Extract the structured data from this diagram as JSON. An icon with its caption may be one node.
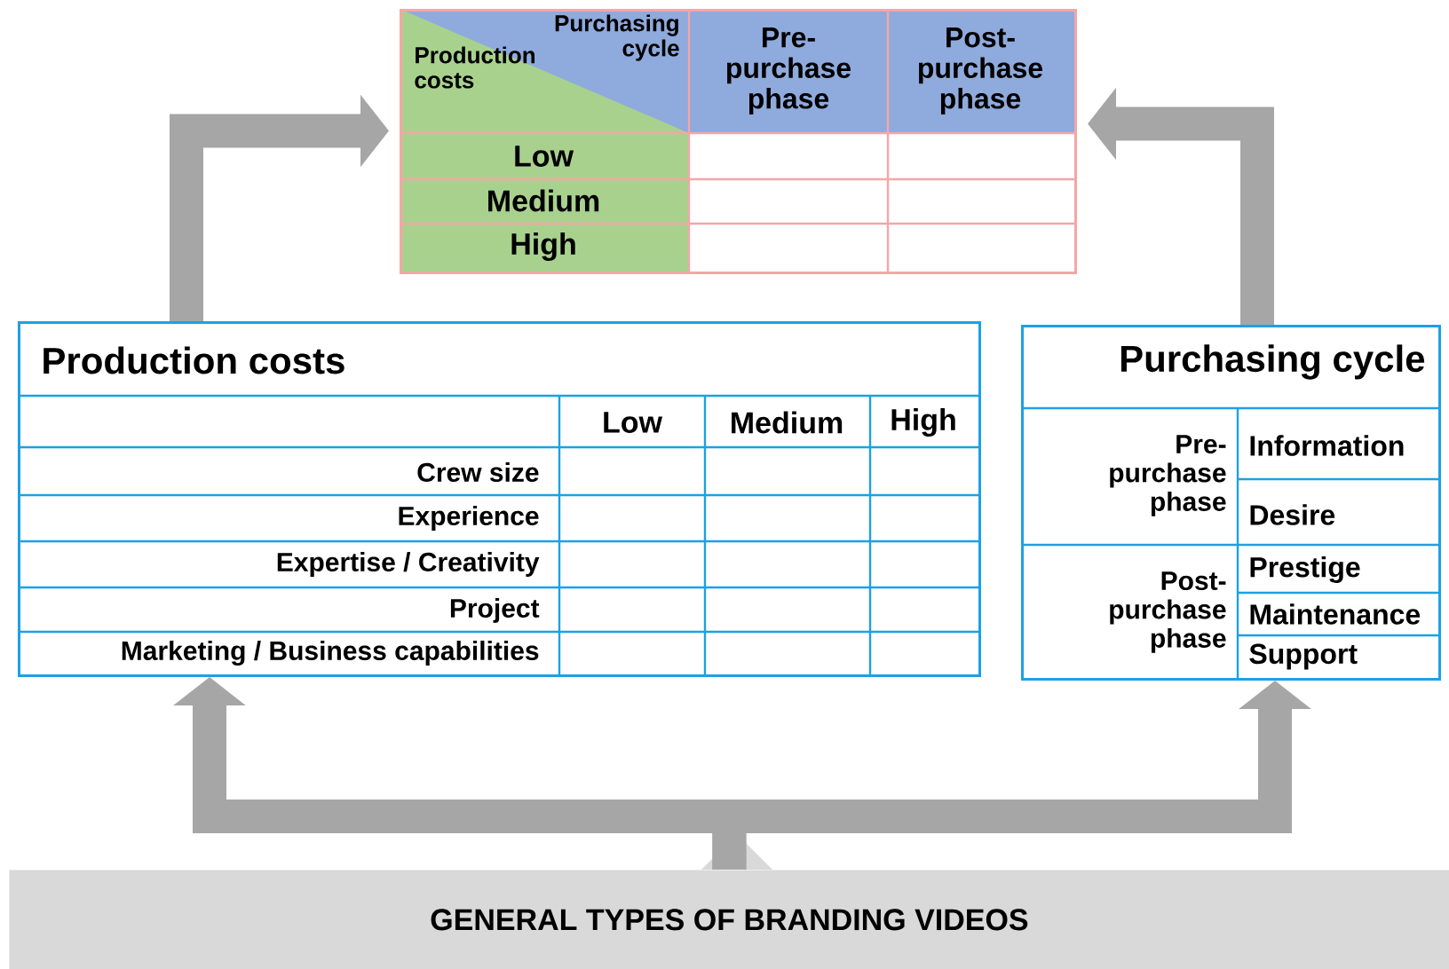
{
  "diagram": {
    "nodes": [
      {
        "text": [
          "GENERAL TYPES OF BRANDING VIDEOS"
        ]
      },
      {
        "text": [
          "Production costs",
          "Low",
          "Medium",
          "High",
          "Crew size",
          "Experience",
          "Expertise / Creativity",
          "Project",
          "Marketing / Business capabilities"
        ]
      },
      {
        "text": [
          "Purchasing cycle",
          "Pre- purchase phase",
          "Information",
          "Desire",
          "Post- purchase phase",
          "Prestige",
          "Maintenance",
          "Support"
        ]
      },
      {
        "text": [
          "Purchasing cycle",
          "Production costs",
          "Pre- purchase phase",
          "Post- purchase phase",
          "Low",
          "Medium",
          "High"
        ]
      }
    ],
    "edges": [
      {
        "from": 0,
        "to": 1,
        "arrow": "to"
      },
      {
        "from": 0,
        "to": 2,
        "arrow": "to"
      },
      {
        "from": 1,
        "to": 3,
        "arrow": "to"
      },
      {
        "from": 2,
        "to": 3,
        "arrow": "to"
      }
    ]
  }
}
